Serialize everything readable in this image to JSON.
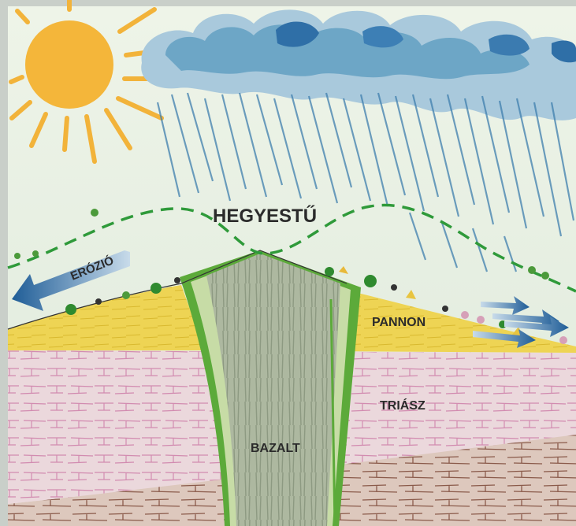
{
  "labels": {
    "title": "HEGYESTŰ",
    "erosion": "ERÓZIÓ",
    "pannon": "PANNON",
    "triasz": "TRIÁSZ",
    "bazalt": "BAZALT"
  },
  "colors": {
    "sky": "#e6f0e2",
    "sun": "#f4b63a",
    "cloud": "#5d97b8",
    "rain": "#3f7fae",
    "pannon": "#ecd14a",
    "triasz": "#ead7dc",
    "basalt": "#a7b39a",
    "basalt_rim": "#5caa3a",
    "dashed_outline": "#2f9a3a",
    "arrow": "#1f5d97"
  }
}
